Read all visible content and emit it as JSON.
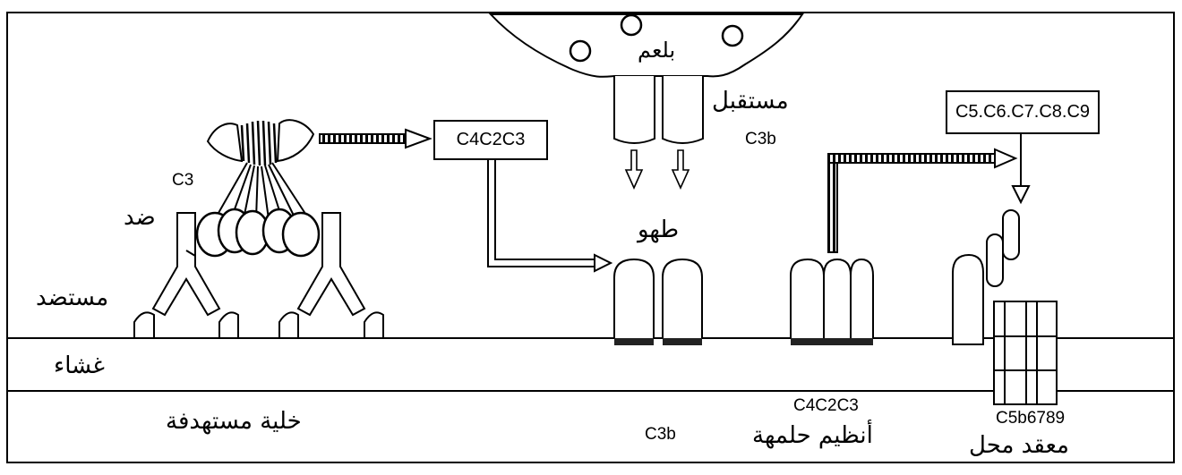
{
  "labels": {
    "phagocyte": "بلعم",
    "receptor": "مستقبل",
    "c3b_receptor": "C3b",
    "c3": "C3",
    "antibody": "ضد",
    "antigen": "مستضد",
    "membrane": "غشاء",
    "target_cell": "خلية مستهدفة",
    "opsonization": "طهو",
    "c3b_bottom": "C3b",
    "c4c2c3_bottom": "C4C2C3",
    "complement_regulation": "أنظيم حلمهة",
    "c5b6789": "C5b6789",
    "lysis_complex": "معقد محل"
  },
  "boxes": {
    "c4c2c3": "C4C2C3",
    "c5_c9": "C5.C6.C7.C8.C9"
  },
  "colors": {
    "line": "#000000",
    "background": "#ffffff",
    "cell_fill": "#ffffff",
    "dark_band": "#222222"
  }
}
